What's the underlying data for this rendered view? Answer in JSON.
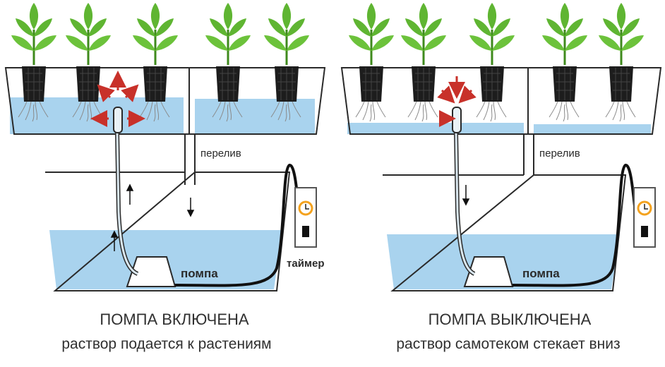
{
  "colors": {
    "water": "#a9d3ee",
    "water_dark": "#7fb9e0",
    "outline": "#1e1e1e",
    "arrow_red": "#c8312a",
    "leaf": "#5fb532",
    "leaf_dark": "#3f8a1c",
    "pot": "#1d1d1d",
    "timer_orange": "#f4a21e"
  },
  "left_panel": {
    "overflow_label": "перелив",
    "pump_label": "помпа",
    "timer_label": "таймер",
    "title": "ПОМПА ВКЛЮЧЕНА",
    "subtitle": "раствор подается к растениям"
  },
  "right_panel": {
    "overflow_label": "перелив",
    "pump_label": "помпа",
    "title": "ПОМПА ВЫКЛЮЧЕНА",
    "subtitle": "раствор самотеком стекает вниз"
  }
}
